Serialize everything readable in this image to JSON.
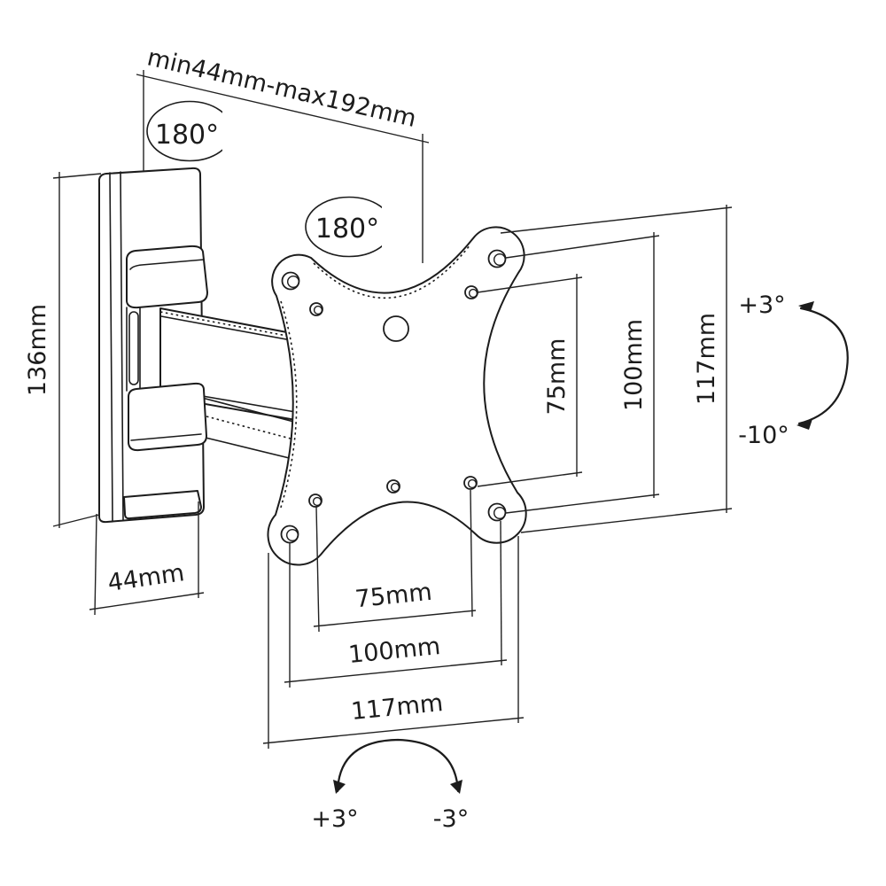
{
  "drawing": {
    "type": "technical-dimension-diagram",
    "subject": "articulating-monitor-wall-mount",
    "background_color": "#ffffff",
    "line_color": "#1c1c1c"
  },
  "dimensions": {
    "extension_range": "min44mm-max192mm",
    "wall_plate_height": "136mm",
    "wall_plate_width": "44mm",
    "vesa_vertical_75": "75mm",
    "vesa_vertical_100": "100mm",
    "plate_vertical_117": "117mm",
    "vesa_horizontal_75": "75mm",
    "vesa_horizontal_100": "100mm",
    "plate_horizontal_117": "117mm"
  },
  "angles": {
    "swivel_at_wall": "180°",
    "swivel_at_vesa": "180°",
    "tilt_up": "+3°",
    "tilt_down": "-10°",
    "level_left": "+3°",
    "level_right": "-3°"
  }
}
